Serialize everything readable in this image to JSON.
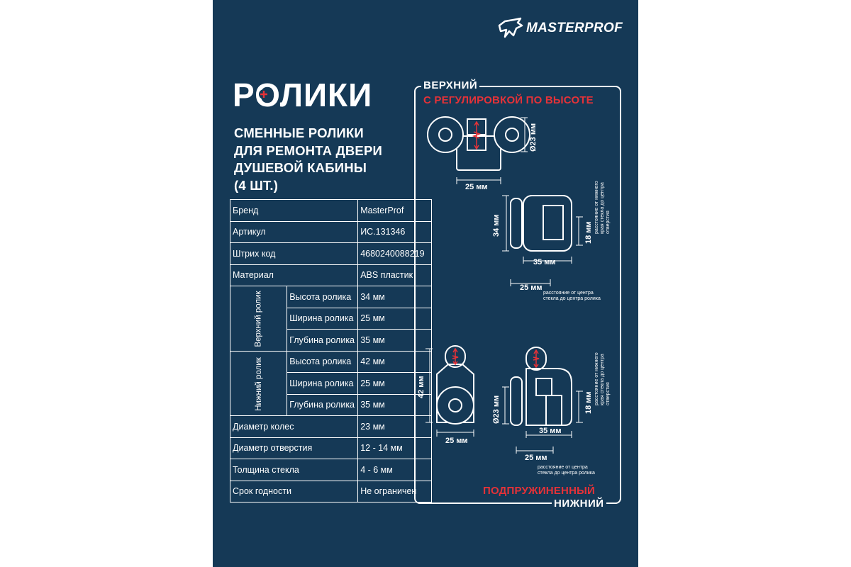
{
  "brand": {
    "logo_text": "MASTERPROF",
    "logo_icon": "wolf-head-icon"
  },
  "title": "РОЛИКИ",
  "subtitle_lines": [
    "СМЕННЫЕ РОЛИКИ",
    "ДЛЯ РЕМОНТА ДВЕРИ",
    "ДУШЕВОЙ КАБИНЫ",
    "(4 ШТ.)"
  ],
  "specs": {
    "brand": {
      "label": "Бренд",
      "value": "MasterProf"
    },
    "article": {
      "label": "Артикул",
      "value": "ИС.131346"
    },
    "barcode": {
      "label": "Штрих код",
      "value": "4680240088219"
    },
    "material": {
      "label": "Материал",
      "value": "ABS пластик"
    },
    "top_group": {
      "label": "Верхний ролик",
      "rows": [
        {
          "label": "Высота ролика",
          "value": "34 мм"
        },
        {
          "label": "Ширина ролика",
          "value": "25 мм"
        },
        {
          "label": "Глубина ролика",
          "value": "35 мм"
        }
      ]
    },
    "bottom_group": {
      "label": "Нижний ролик",
      "rows": [
        {
          "label": "Высота ролика",
          "value": "42 мм"
        },
        {
          "label": "Ширина ролика",
          "value": "25 мм"
        },
        {
          "label": "Глубина ролика",
          "value": "35 мм"
        }
      ]
    },
    "wheel_diameter": {
      "label": "Диаметр колес",
      "value": "23 мм"
    },
    "hole_diameter": {
      "label": "Диаметр отверстия",
      "value": "12 - 14 мм"
    },
    "glass_thickness": {
      "label": "Толщина стекла",
      "value": "4 - 6 мм"
    },
    "shelf_life": {
      "label": "Срок годности",
      "value": "Не ограничен"
    }
  },
  "diagram": {
    "top_label": "ВЕРХНИЙ",
    "top_sub_label": "С РЕГУЛИРОВКОЙ ПО ВЫСОТЕ",
    "bottom_label": "НИЖНИЙ",
    "bottom_sub_label": "ПОДПРУЖИНЕННЫЙ",
    "top": {
      "diam": "Ø23 мм",
      "width": "25 мм",
      "height": "34 мм",
      "offset": "18 мм",
      "depth": "35 мм",
      "glass_center": "25 мм",
      "note_edge": [
        "расстояние от нижнего",
        "края стекла до центра",
        "отверстия"
      ],
      "note_glass": [
        "расстояние от центра",
        "стекла до центра ролика"
      ]
    },
    "bottom": {
      "height": "42 мм",
      "width": "25 мм",
      "diam": "Ø23 мм",
      "offset": "18 мм",
      "depth": "35 мм",
      "glass_center": "25 мм",
      "note_edge": [
        "расстояние от нижнего",
        "края стекла до центра",
        "отверстия"
      ],
      "note_glass": [
        "расстояние от центра",
        "стекла до центра ролика"
      ]
    }
  },
  "colors": {
    "background": "#153956",
    "accent": "#e53238",
    "line": "#ffffff"
  }
}
